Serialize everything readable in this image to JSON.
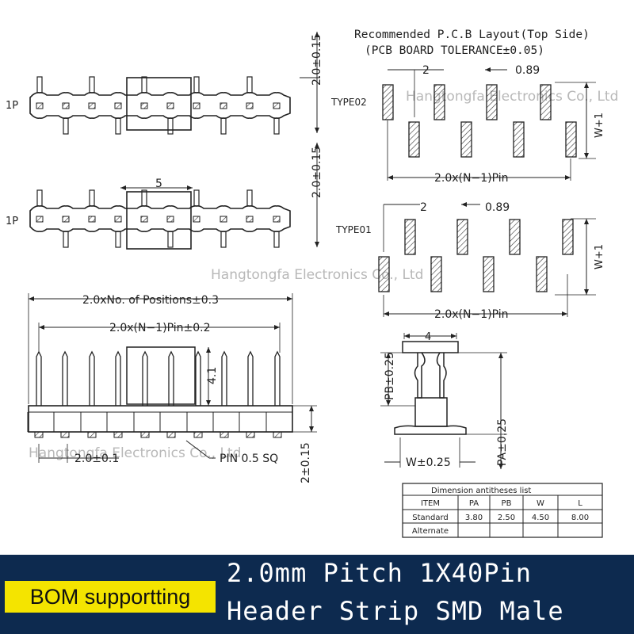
{
  "strip_views": {
    "pitch_label": "2.0±0.15",
    "pin1_label": "1P",
    "housing_label": "5"
  },
  "pcb_layout": {
    "title_line1": "Recommended P.C.B Layout(Top Side)",
    "title_line2": "(PCB BOARD TOLERANCE±0.05)",
    "type02": {
      "label": "TYPE02",
      "pad_spacing": "2",
      "pad_width": "0.89",
      "row_offset": "W+1",
      "span": "2.0x(N−1)Pin"
    },
    "type01": {
      "label": "TYPE01",
      "pad_spacing": "2",
      "pad_width": "0.89",
      "row_offset": "W+1",
      "span": "2.0x(N−1)Pin"
    }
  },
  "front_view": {
    "overall_length": "2.0xNo. of Positions±0.3",
    "pin_span": "2.0x(N−1)Pin±0.2",
    "pin_height": "4.1",
    "pitch": "2.0±0.1",
    "pin_size": "PIN 0.5 SQ",
    "base_height": "2±0.15"
  },
  "side_view": {
    "top_width": "4",
    "pb": "PB±0.25",
    "pa": "PA±0.25",
    "w": "W±0.25"
  },
  "dimension_table": {
    "title": "Dimension antitheses list",
    "headers": [
      "ITEM",
      "PA",
      "PB",
      "W",
      "L"
    ],
    "rows": [
      [
        "Standard",
        "3.80",
        "2.50",
        "4.50",
        "8.00"
      ],
      [
        "Alternate",
        "",
        "",
        "",
        ""
      ]
    ]
  },
  "watermark": {
    "text1": "Hangtongfa Electronics Co., Ltd",
    "text2": "Hangtongfa Electronics Co., Ltd",
    "text3": "Hangtongfa Electronics Co., Ltd"
  },
  "banner": {
    "badge": "BOM supportting",
    "line1": "2.0mm Pitch 1X40Pin",
    "line2": "Header Strip SMD Male",
    "background": "#0d2a4f",
    "badge_color": "#f4e400"
  }
}
